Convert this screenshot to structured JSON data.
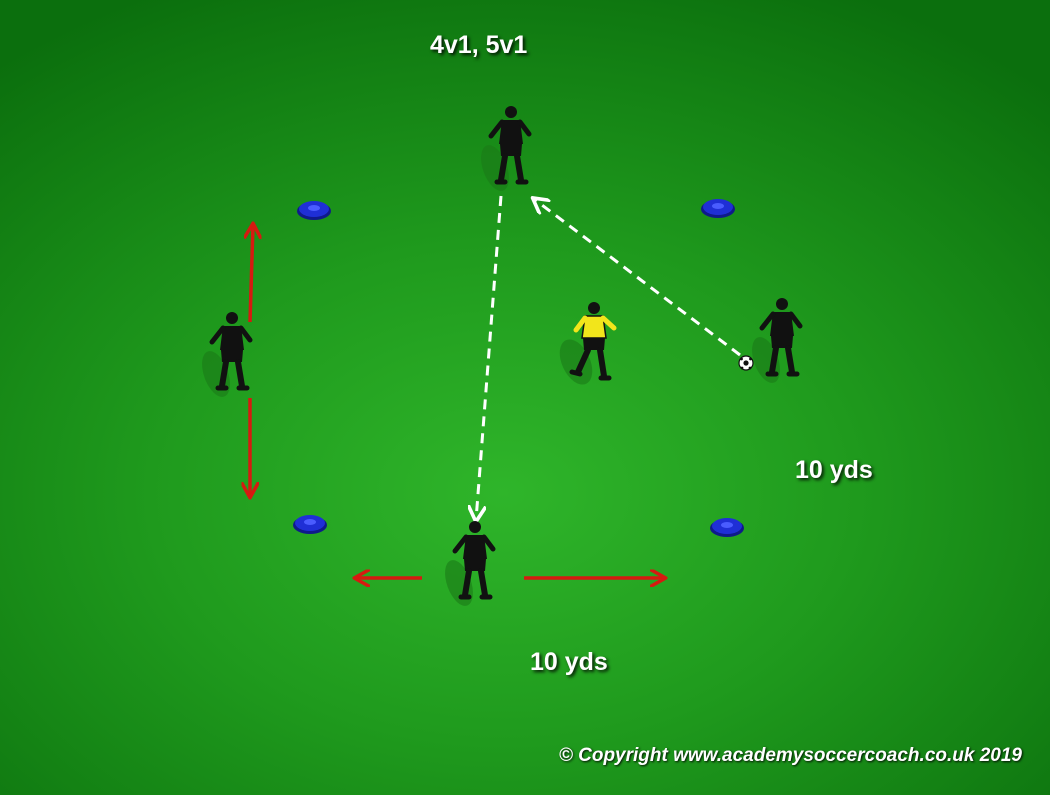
{
  "drill": {
    "title": "4v1, 5v1",
    "side_distance_label": "10 yds",
    "bottom_distance_label": "10 yds",
    "copyright": "© Copyright www.academysoccercoach.co.uk 2019"
  },
  "colors": {
    "pitch": "#1f9a1d",
    "cone": "#1f2fd6",
    "attacker_kit": "#111111",
    "defender_kit": "#f2e51b",
    "movement_arrow": "#d61a10",
    "pass_line": "#ffffff"
  },
  "icons": {
    "cone": "cone-marker-icon",
    "attacker": "attacker-player-icon",
    "defender": "defender-player-icon",
    "ball": "soccer-ball-icon"
  },
  "counts": {
    "cones": 4,
    "attackers": 4,
    "defenders": 1
  }
}
